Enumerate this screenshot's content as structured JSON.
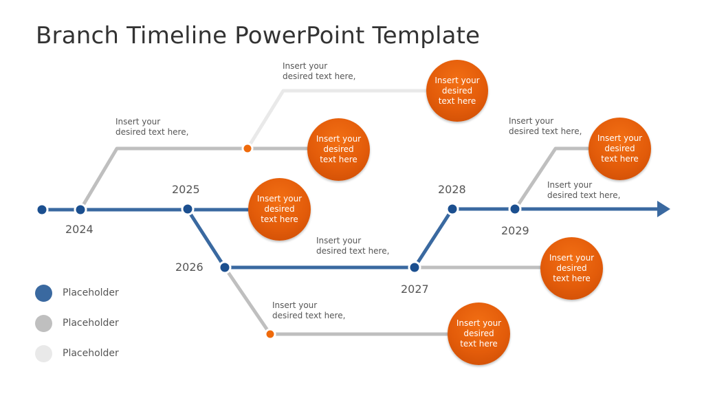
{
  "title": "Branch Timeline PowerPoint Template",
  "colors": {
    "blue": "#3a69a0",
    "gray": "#bfbfbf",
    "light_gray": "#e9e9e9",
    "orange": "#e65f0a",
    "node_blue": "#1b4f8f",
    "node_orange": "#ef6a0b"
  },
  "years": [
    "2024",
    "2025",
    "2026",
    "2027",
    "2028",
    "2029"
  ],
  "branch_text": "Insert your desired text here,",
  "circle_text": "Insert your desired text here",
  "legend": [
    "Placeholder",
    "Placeholder",
    "Placeholder"
  ]
}
